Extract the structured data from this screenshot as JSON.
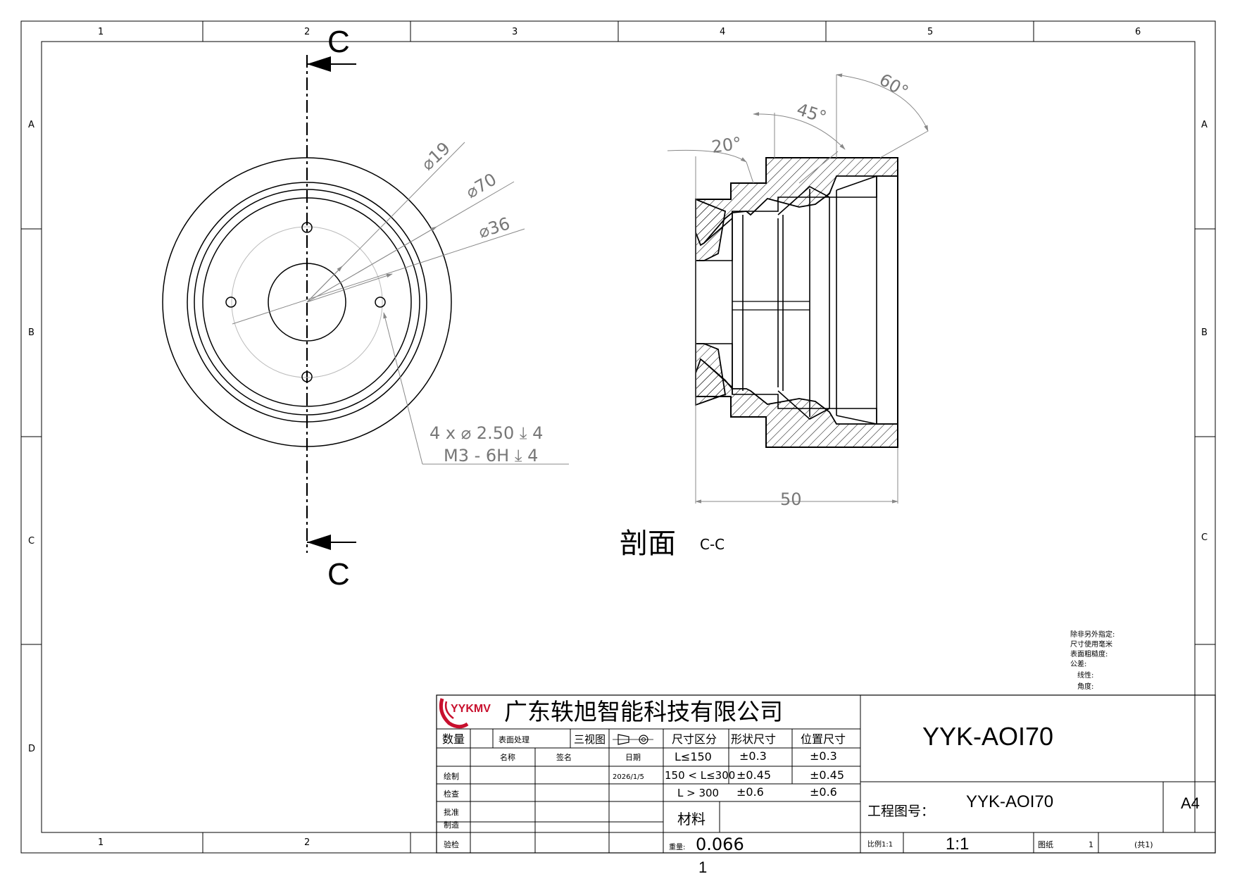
{
  "border": {
    "columns": [
      "1",
      "2",
      "3",
      "4",
      "5",
      "6"
    ],
    "rows": [
      "A",
      "B",
      "C",
      "D"
    ]
  },
  "front_view": {
    "section_letter_top": "C",
    "section_letter_bottom": "C",
    "dim_d19": "⌀19",
    "dim_d70": "⌀70",
    "dim_d36": "⌀36",
    "hole_callout_1": "4 x ⌀ 2.50 ⤓ 4",
    "hole_callout_2": "M3 - 6H ⤓ 4"
  },
  "section_view": {
    "angle_20": "20°",
    "angle_45": "45°",
    "angle_60": "60°",
    "dim_length": "50",
    "title": "剖面",
    "title_suffix": "C-C"
  },
  "notes": [
    "除非另外指定:",
    "尺寸使用毫米",
    "表面粗糙度:",
    "公差:",
    "线性:",
    "角度:"
  ],
  "title_block": {
    "logo_text": "YYKMV",
    "company": "广东轶旭智能科技有限公司",
    "qty_label": "数量",
    "surface_label": "表面处理",
    "three_view_label": "三视图",
    "name_header": "名称",
    "sign_header": "签名",
    "date_header": "日期",
    "tolerance_header": [
      "尺寸区分",
      "形状尺寸",
      "位置尺寸"
    ],
    "tolerance_rows": [
      [
        "L≤150",
        "±0.3",
        "±0.3"
      ],
      [
        "150 < L≤300",
        "±0.45",
        "±0.45"
      ],
      [
        "L > 300",
        "±0.6",
        "±0.6"
      ]
    ],
    "draw_label": "绘制",
    "draw_date": "2026/1/5",
    "check_label": "检查",
    "approve_label": "批准",
    "make_label": "制造",
    "inspect_label": "验检",
    "material_label": "材料",
    "weight_label": "重量:",
    "weight_value": "0.066",
    "part_title": "YYK-AOI70",
    "drawing_no_label": "工程图号：",
    "drawing_no": "YYK-AOI70",
    "sheet_size": "A4",
    "scale_label": "比例1:1",
    "scale_value": "1:1",
    "sheet_label": "图纸",
    "sheet_value": "1",
    "sheet_total": "(共1)",
    "bottom_mark": "1"
  }
}
